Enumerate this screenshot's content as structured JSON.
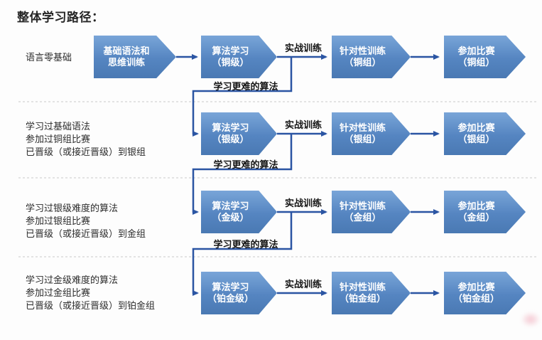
{
  "title": "整体学习路径：",
  "colors": {
    "box_gradient_top": "#79a5d8",
    "box_gradient_bottom": "#4a79b3",
    "arrow": "#2b55a3",
    "separator": "#c9c9c9",
    "text_dark": "#262626",
    "box_text": "#ffffff"
  },
  "rows": [
    {
      "entry_label_lines": [
        "语言零基础"
      ],
      "intro_box": {
        "line1": "基础语法和",
        "line2": "思维训练"
      },
      "algo_box": {
        "line1": "算法学习",
        "line2": "（铜级）"
      },
      "practice_label": "实战训练",
      "targeted_box": {
        "line1": "针对性训练",
        "line2": "（铜组）"
      },
      "compete_box": {
        "line1": "参加比赛",
        "line2": "（铜组）"
      },
      "harder_label": "学习更难的算法"
    },
    {
      "entry_label_lines": [
        "学习过基础语法",
        "参加过铜组比赛",
        "已晋级（或接近晋级）到银组"
      ],
      "algo_box": {
        "line1": "算法学习",
        "line2": "（银级）"
      },
      "practice_label": "实战训练",
      "targeted_box": {
        "line1": "针对性训练",
        "line2": "（银组）"
      },
      "compete_box": {
        "line1": "参加比赛",
        "line2": "（银组）"
      },
      "harder_label": "学习更难的算法"
    },
    {
      "entry_label_lines": [
        "学习过银级难度的算法",
        "参加过银组比赛",
        "已晋级（或接近晋级）到金组"
      ],
      "algo_box": {
        "line1": "算法学习",
        "line2": "（金级）"
      },
      "practice_label": "实战训练",
      "targeted_box": {
        "line1": "针对性训练",
        "line2": "（金组）"
      },
      "compete_box": {
        "line1": "参加比赛",
        "line2": "（金组）"
      },
      "harder_label": "学习更难的算法"
    },
    {
      "entry_label_lines": [
        "学习过金级难度的算法",
        "参加过金组比赛",
        "已晋级（或接近晋级）到铂金组"
      ],
      "algo_box": {
        "line1": "算法学习",
        "line2": "（铂金级）"
      },
      "practice_label": "实战训练",
      "targeted_box": {
        "line1": "针对性训练",
        "line2": "（铂金组）"
      },
      "compete_box": {
        "line1": "参加比赛",
        "line2": "（铂金组）"
      }
    }
  ]
}
